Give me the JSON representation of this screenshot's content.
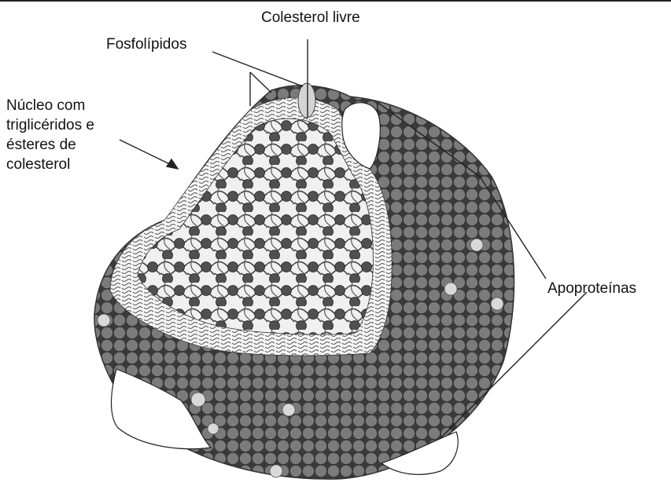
{
  "labels": {
    "free_cholesterol": "Colesterol livre",
    "phospholipids": "Fosfolípidos",
    "core": [
      "Núcleo com",
      "triglicéridos e",
      "ésteres de",
      "colesterol"
    ],
    "apoproteins": "Apoproteínas"
  },
  "colors": {
    "outer_spheres": "#7b7b7b",
    "inner_spheres": "#5a5a5a",
    "pale_spots": "#d9d9d9",
    "tails": "#f2f2f2",
    "line": "#222222"
  }
}
